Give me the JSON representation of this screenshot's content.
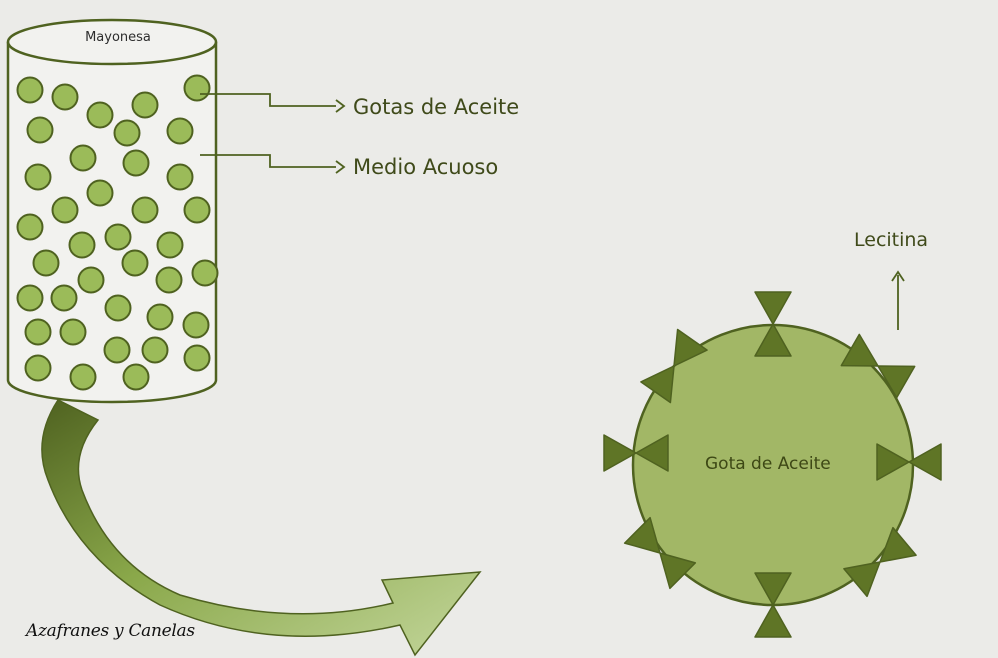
{
  "labels": {
    "container_title": "Mayonesa",
    "oil_droplets": "Gotas de Aceite",
    "aqueous_medium": "Medio Acuoso",
    "lecithin": "Lecitina",
    "oil_drop": "Gota de Aceite",
    "credit": "Azafranes y Canelas"
  },
  "colors": {
    "background": "#ebebe8",
    "container_fill": "#f2f2ef",
    "outline_green": "#4f6220",
    "droplet_fill": "#9bbb59",
    "drop_fill": "#a2b766",
    "lecithin_fill": "#5f7526",
    "arrow_dark": "#4f6220",
    "arrow_light": "#c3d69b",
    "text_green": "#3f4a1a"
  },
  "icons": {
    "pointer_arrows": "right-arrow-icon",
    "lecithin_arrow": "up-arrow-icon",
    "lecithin_molecule": "bowtie-icon"
  }
}
